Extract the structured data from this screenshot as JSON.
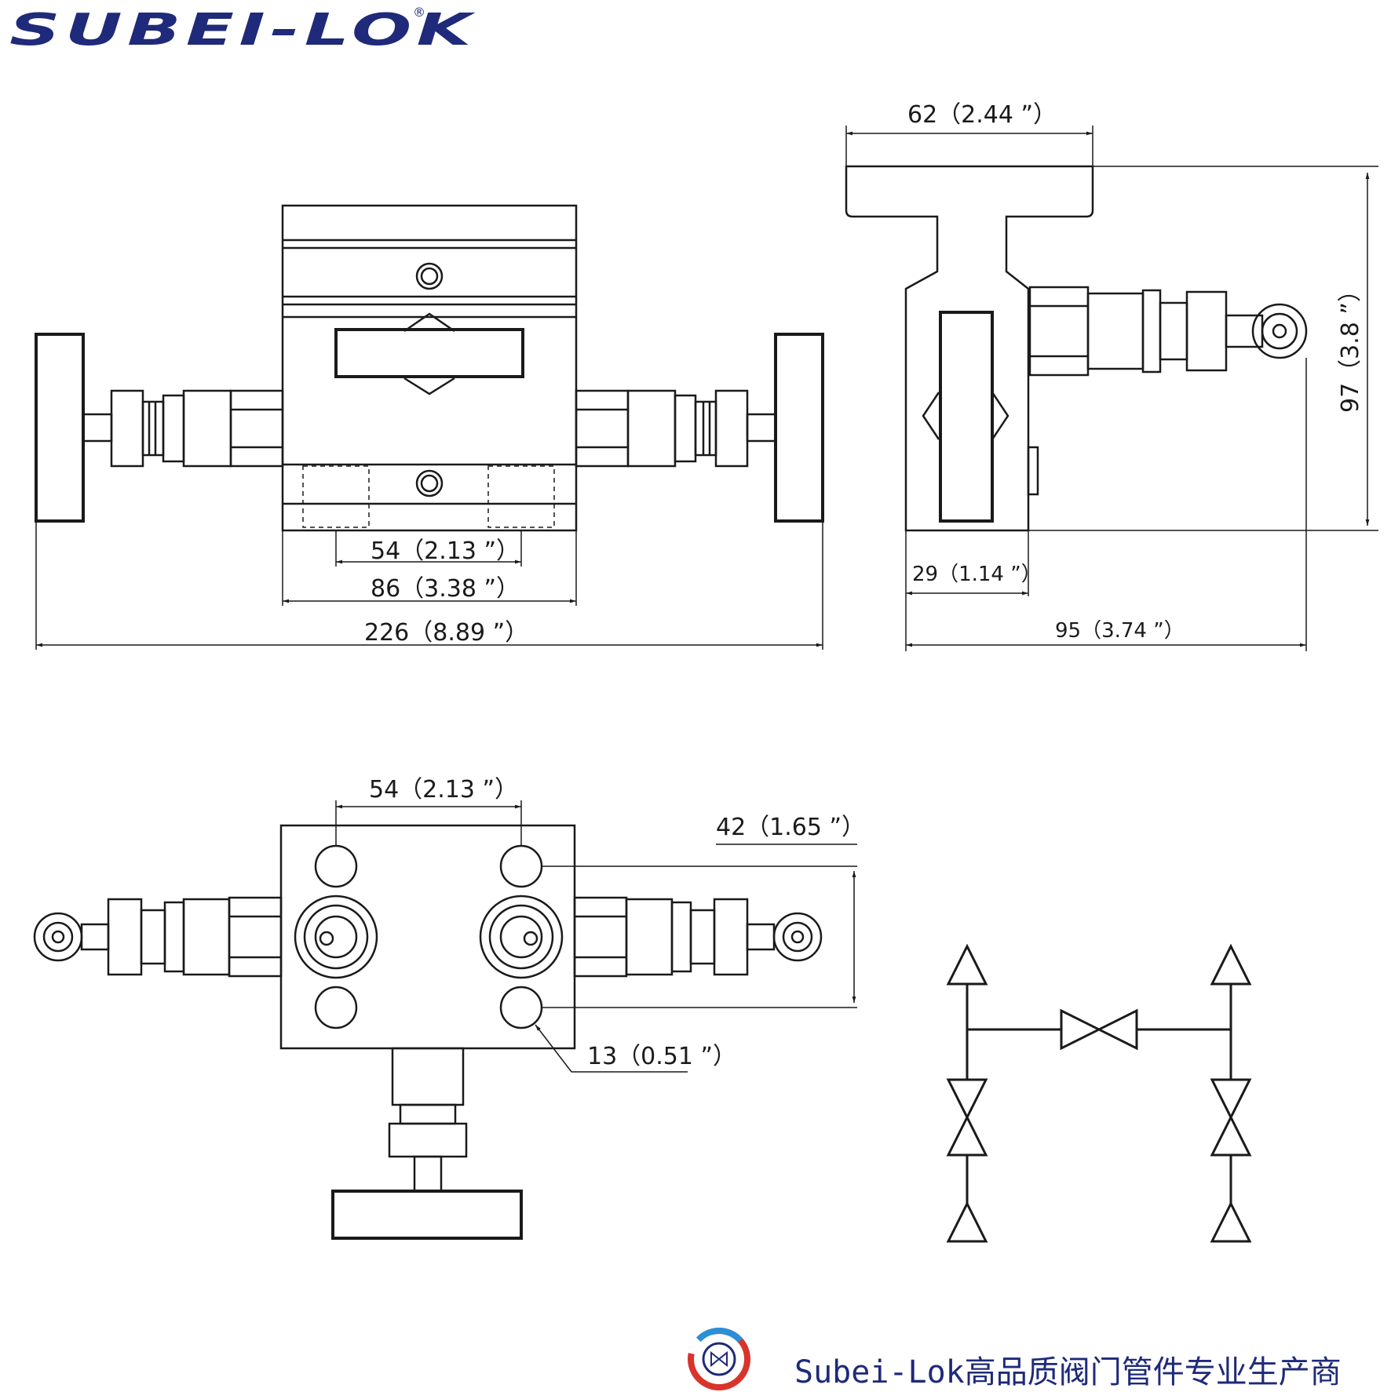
{
  "brand": {
    "name": "SUBEI-LOK",
    "registered_mark": "®"
  },
  "dimensions": {
    "front_inner": "54（2.13 ”）",
    "front_body": "86（3.38 ”）",
    "front_total": "226（8.89 ”）",
    "side_top": "62（2.44 ”）",
    "side_height": "97（3.8 ”）",
    "side_small": "29（1.14 ”）",
    "side_total": "95（3.74 ”）",
    "bottom_holes": "54（2.13 ”）",
    "bottom_height": "42（1.65 ”）",
    "bottom_hole_dia": "13（0.51 ”）"
  },
  "footer": {
    "latin": "Subei-Lok",
    "chinese": "高品质阀门管件专业生产商"
  },
  "colors": {
    "brand": "#1f2a7a",
    "line": "#1a1a1a",
    "logo_red": "#d9342b",
    "logo_blue": "#2a8fd8"
  }
}
